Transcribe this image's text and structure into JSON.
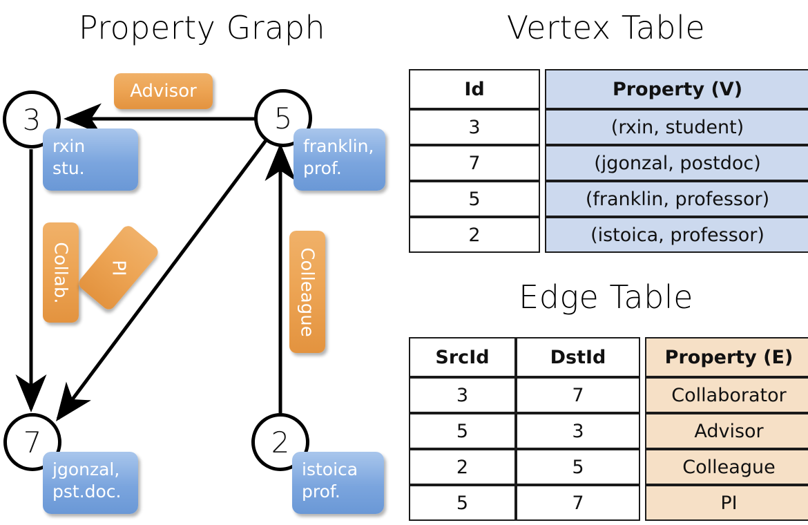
{
  "panels": {
    "graph_title": "Property Graph",
    "vertex_title": "Vertex Table",
    "edge_title": "Edge Table"
  },
  "graph": {
    "vertices": [
      {
        "id": "3",
        "property_label": "rxin\nstu."
      },
      {
        "id": "5",
        "property_label": "franklin,\nprof."
      },
      {
        "id": "7",
        "property_label": "jgonzal,\npst.doc."
      },
      {
        "id": "2",
        "property_label": "istoica\nprof."
      }
    ],
    "edge_labels": [
      {
        "name": "advisor",
        "text": "Advisor"
      },
      {
        "name": "collab",
        "text": "Collab."
      },
      {
        "name": "pi",
        "text": "PI"
      },
      {
        "name": "colleague",
        "text": "Colleague"
      }
    ]
  },
  "vertex_table": {
    "headers": [
      "Id",
      "Property (V)"
    ],
    "rows": [
      {
        "id": "3",
        "property": "(rxin, student)"
      },
      {
        "id": "7",
        "property": "(jgonzal, postdoc)"
      },
      {
        "id": "5",
        "property": "(franklin, professor)"
      },
      {
        "id": "2",
        "property": "(istoica, professor)"
      }
    ]
  },
  "edge_table": {
    "headers": [
      "SrcId",
      "DstId",
      "Property (E)"
    ],
    "rows": [
      {
        "src": "3",
        "dst": "7",
        "property": "Collaborator"
      },
      {
        "src": "5",
        "dst": "3",
        "property": "Advisor"
      },
      {
        "src": "2",
        "dst": "5",
        "property": "Colleague"
      },
      {
        "src": "5",
        "dst": "7",
        "property": "PI"
      }
    ]
  },
  "colors": {
    "vertex_property_fill": "#ccd9ee",
    "edge_property_fill": "#f6e0c6",
    "node_box_blue": "#7ba5de",
    "edge_label_orange": "#eda555",
    "stroke": "#000000"
  }
}
